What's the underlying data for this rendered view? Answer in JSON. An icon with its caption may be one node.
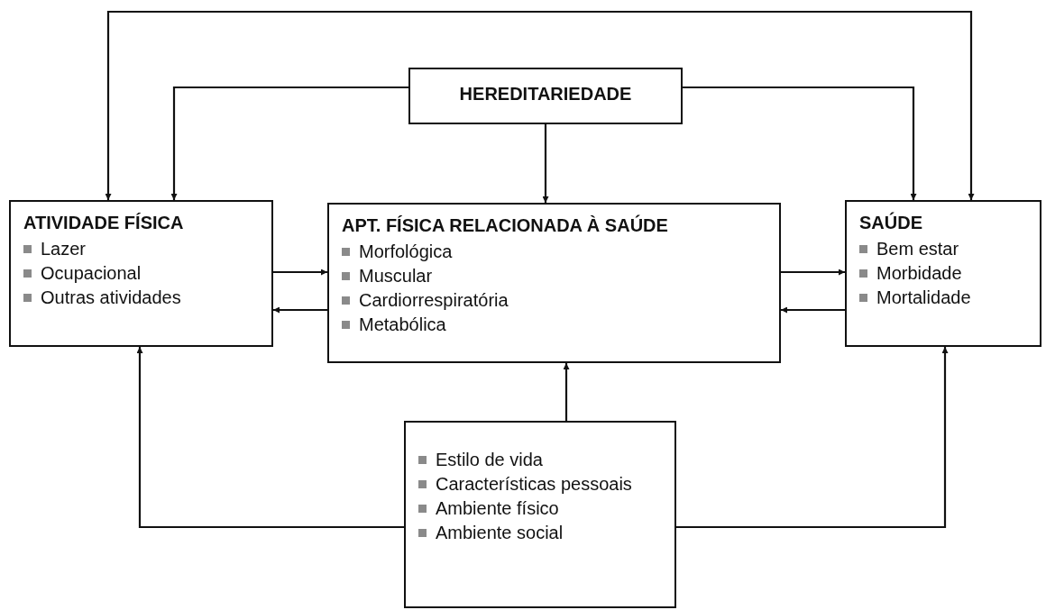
{
  "diagram": {
    "nodes": [
      {
        "text": [
          "HEREDITARIEDADE"
        ]
      },
      {
        "text": [
          "ATIVIDADE FÍSICA",
          "Lazer",
          "Ocupacional",
          "Outras atividades"
        ]
      },
      {
        "text": [
          "APT. FÍSICA RELACIONADA À SAÚDE",
          "Morfológica",
          "Muscular",
          "Cardiorrespiratória",
          "Metabólica"
        ]
      },
      {
        "text": [
          "SAÚDE",
          "Bem estar",
          "Morbidade",
          "Mortalidade"
        ]
      },
      {
        "text": [
          "Estilo de vida",
          "Características pessoais",
          "Ambiente físico",
          "Ambiente social"
        ]
      }
    ],
    "edges": [
      {
        "from": 1,
        "to": 3,
        "arrow": "both"
      },
      {
        "from": 0,
        "to": 1,
        "arrow": "to"
      },
      {
        "from": 0,
        "to": 3,
        "arrow": "to"
      },
      {
        "from": 0,
        "to": 2,
        "arrow": "to"
      },
      {
        "from": 1,
        "to": 2,
        "arrow": "to"
      },
      {
        "from": 2,
        "to": 1,
        "arrow": "to"
      },
      {
        "from": 2,
        "to": 3,
        "arrow": "to"
      },
      {
        "from": 3,
        "to": 2,
        "arrow": "to"
      },
      {
        "from": 4,
        "to": 2,
        "arrow": "to"
      },
      {
        "from": 4,
        "to": 1,
        "arrow": "to"
      },
      {
        "from": 4,
        "to": 3,
        "arrow": "to"
      }
    ]
  }
}
